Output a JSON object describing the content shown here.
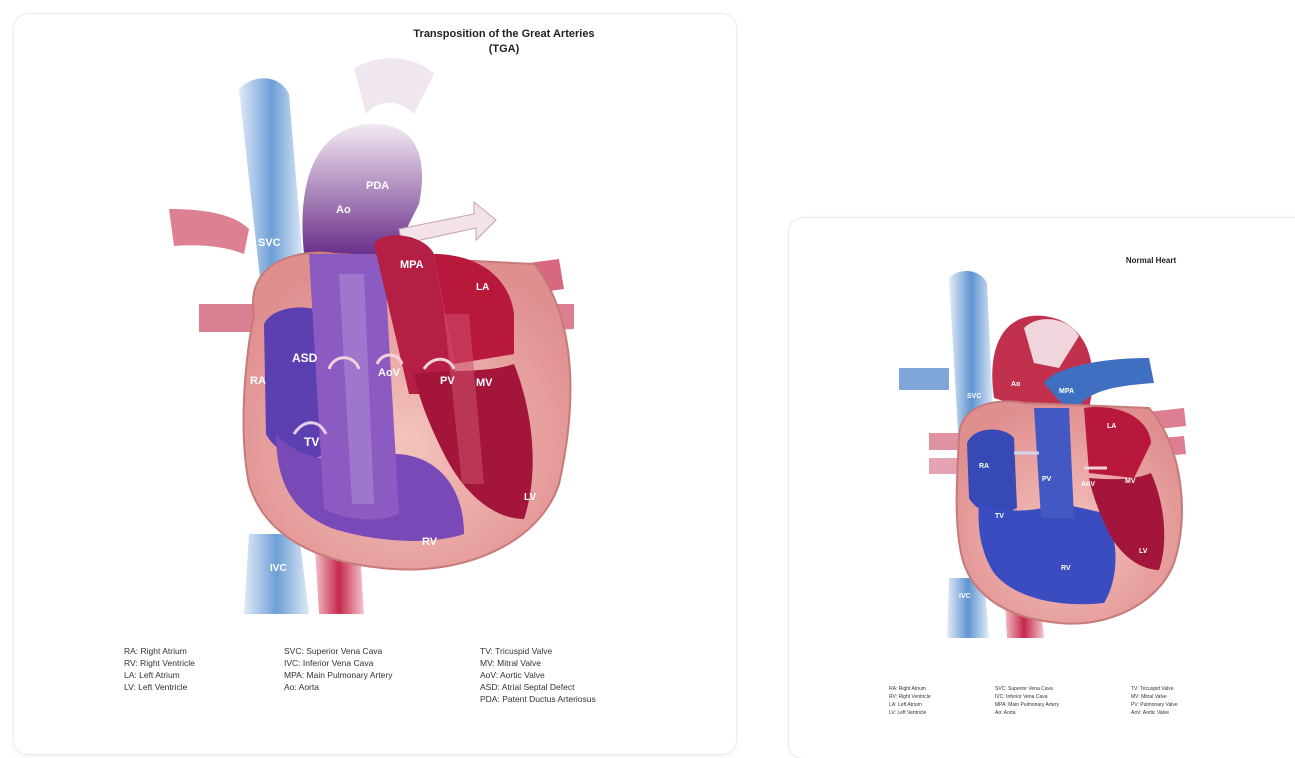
{
  "tga": {
    "title_line1": "Transposition of the Great Arteries",
    "title_line2": "(TGA)",
    "labels": {
      "svc": "SVC",
      "ivc": "IVC",
      "ao": "Ao",
      "pda": "PDA",
      "mpa": "MPA",
      "la": "LA",
      "ra": "RA",
      "asd": "ASD",
      "aov": "AoV",
      "pv": "PV",
      "mv": "MV",
      "tv": "TV",
      "rv": "RV",
      "lv": "LV"
    },
    "legend": [
      [
        "RA: Right Atrium",
        "RV: Right Ventricle",
        "LA: Left Atrium",
        "LV: Left Ventricle"
      ],
      [
        "SVC: Superior Vena Cava",
        "IVC: Inferior Vena Cava",
        "MPA: Main Pulmonary Artery",
        "Ao: Aorta"
      ],
      [
        "TV: Tricuspid Valve",
        "MV: Mitral Valve",
        "AoV: Aortic Valve",
        "ASD: Atrial Septal Defect",
        "PDA: Patent Ductus Arteriosus"
      ]
    ]
  },
  "normal": {
    "title": "Normal Heart",
    "labels": {
      "svc": "SVC",
      "ivc": "IVC",
      "ao": "Ao",
      "mpa": "MPA",
      "la": "LA",
      "ra": "RA",
      "pv": "PV",
      "aov": "AoV",
      "mv": "MV",
      "tv": "TV",
      "rv": "RV",
      "lv": "LV"
    },
    "legend": [
      [
        "RA: Right Atrium",
        "RV: Right Ventricle",
        "LA: Left Atrium",
        "LV: Left Ventricle"
      ],
      [
        "SVC: Superior Vena Cava",
        "IVC: Inferior Vena Cava",
        "MPA: Main Pulmonary Artery",
        "Ao: Aorta"
      ],
      [
        "TV: Tricuspid Valve",
        "MV: Mitral Valve",
        "PV: Pulmonary Valve",
        "AoV: Aortic Valve"
      ]
    ]
  }
}
